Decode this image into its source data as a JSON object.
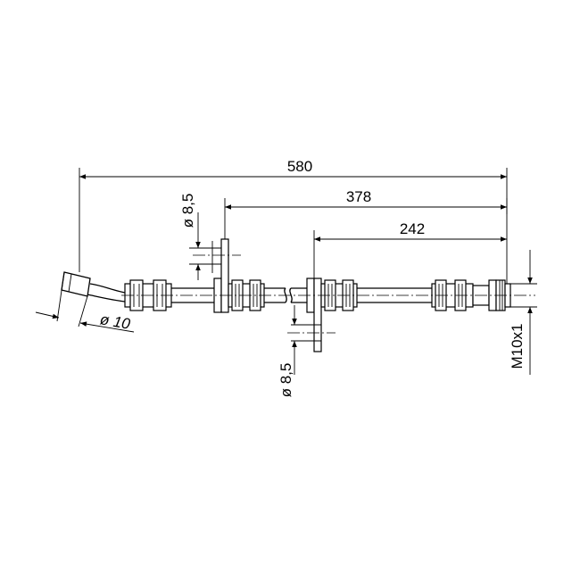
{
  "drawing": {
    "line_color": "#000000",
    "background": "#ffffff",
    "dimensions": {
      "overall_length": "580",
      "length_middle_bracket": "378",
      "length_end_bracket": "242",
      "bracket_hole_left": "ø 8,5",
      "bracket_hole_right": "ø 8,5",
      "end_diameter": "ø 10",
      "thread": "M10x1"
    }
  }
}
